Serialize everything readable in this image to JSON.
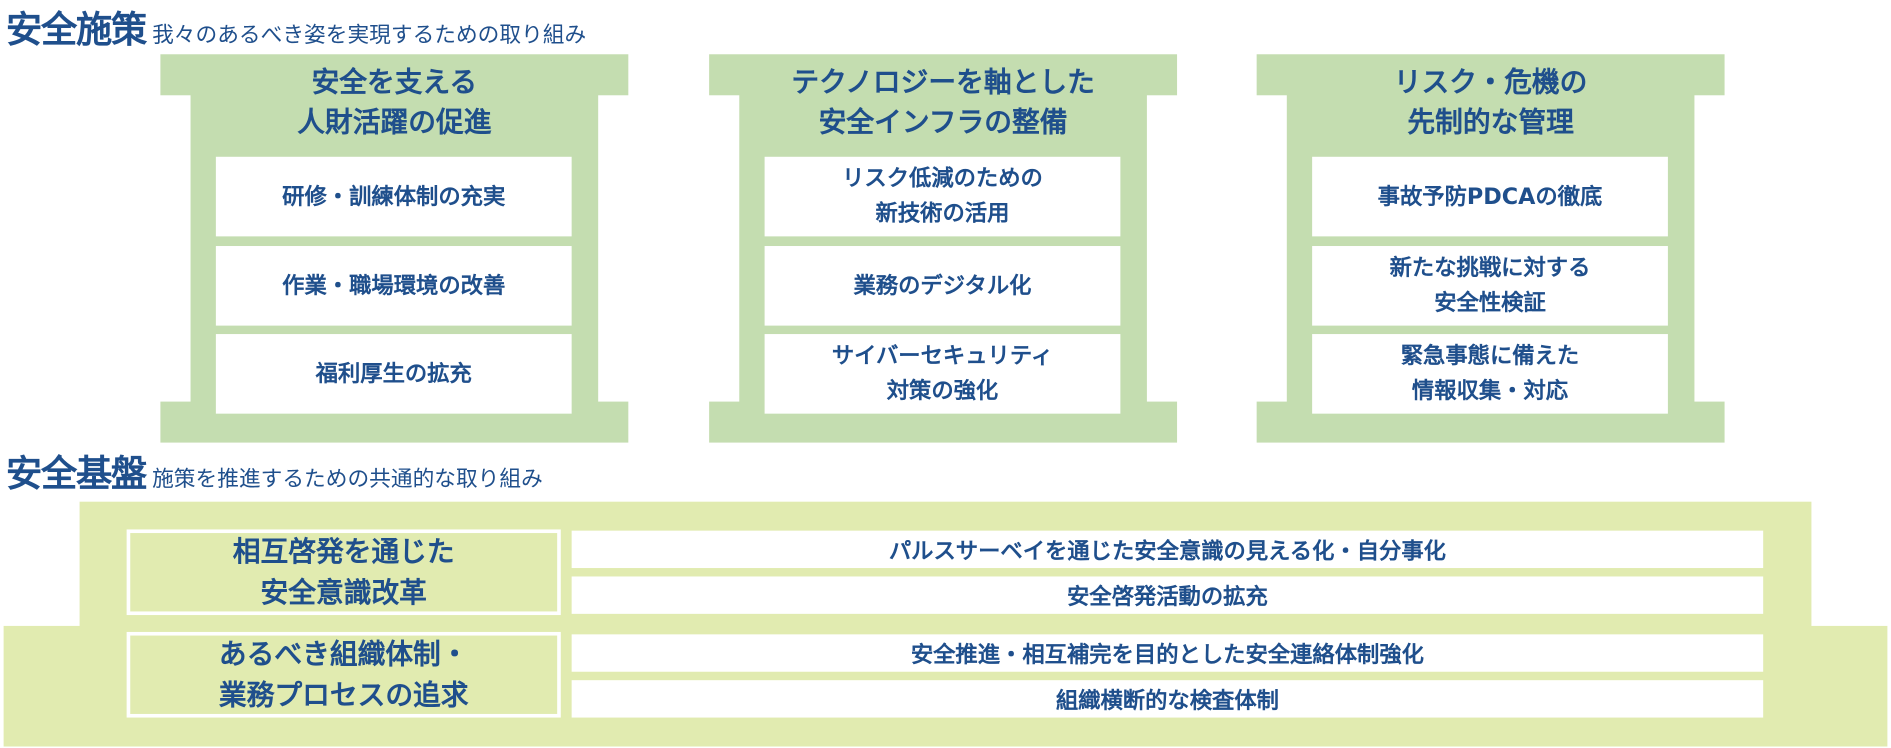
{
  "measures": {
    "title": "安全施策",
    "subtitle": "我々のあるべき姿を実現するための取り組み",
    "pillars": [
      {
        "heading": [
          "安全を支える",
          "人財活躍の促進"
        ],
        "items": [
          [
            "研修・訓練体制の充実"
          ],
          [
            "作業・職場環境の改善"
          ],
          [
            "福利厚生の拡充"
          ]
        ]
      },
      {
        "heading": [
          "テクノロジーを軸とした",
          "安全インフラの整備"
        ],
        "items": [
          [
            "リスク低減のための",
            "新技術の活用"
          ],
          [
            "業務のデジタル化"
          ],
          [
            "サイバーセキュリティ",
            "対策の強化"
          ]
        ]
      },
      {
        "heading": [
          "リスク・危機の",
          "先制的な管理"
        ],
        "items": [
          [
            "事故予防PDCAの徹底"
          ],
          [
            "新たな挑戦に対する",
            "安全性検証"
          ],
          [
            "緊急事態に備えた",
            "情報収集・対応"
          ]
        ]
      }
    ]
  },
  "foundation": {
    "title": "安全基盤",
    "subtitle": "施策を推進するための共通的な取り組み",
    "groups": [
      {
        "label": [
          "相互啓発を通じた",
          "安全意識改革"
        ],
        "items": [
          "パルスサーベイを通じた安全意識の見える化・自分事化",
          "安全啓発活動の拡充"
        ]
      },
      {
        "label": [
          "あるべき組織体制・",
          "業務プロセスの追求"
        ],
        "items": [
          "安全推進・相互補完を目的とした安全連絡体制強化",
          "組織横断的な検査体制"
        ]
      }
    ]
  },
  "colors": {
    "text": "#1f4f8c",
    "pillar": "#c4ddb0",
    "foundation": "#e1ebb0"
  }
}
